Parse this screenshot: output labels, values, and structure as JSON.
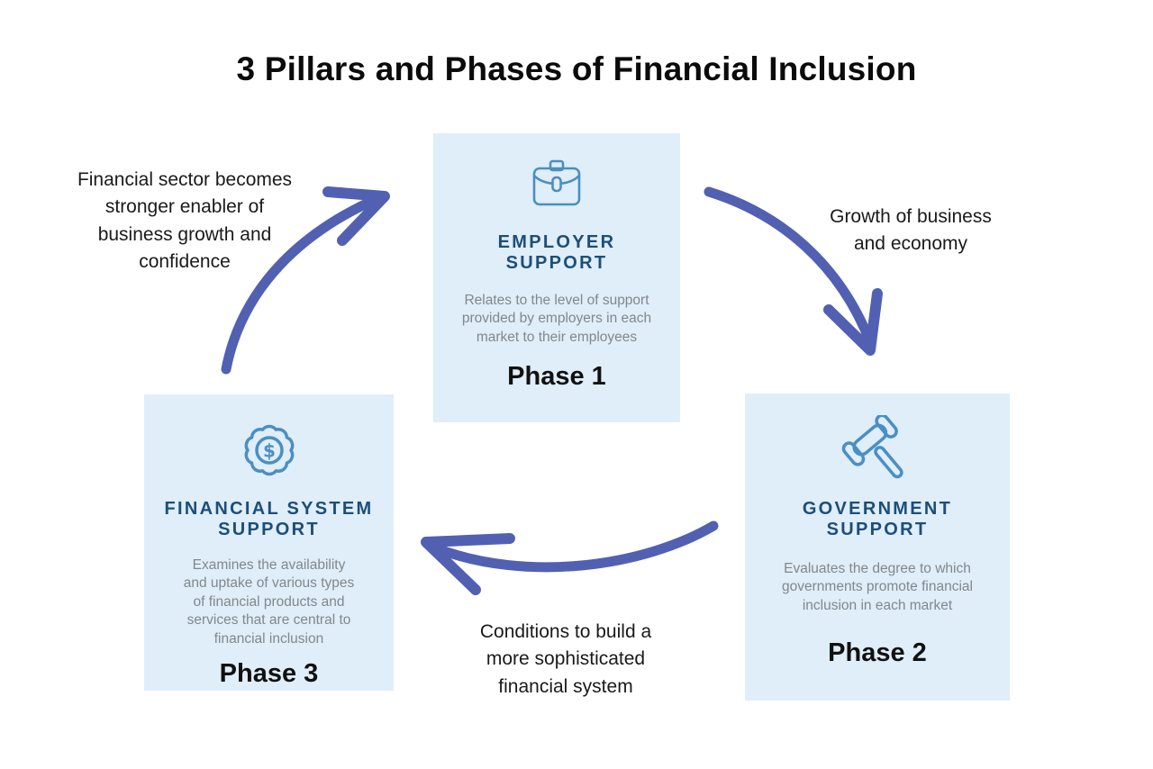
{
  "title": "3 Pillars and Phases of Financial Inclusion",
  "colors": {
    "card_background": "#dfeef9",
    "icon_blue": "#4b8fc2",
    "heading_navy": "#1d4e78",
    "body_gray": "#82878c",
    "arrow_indigo": "#5260b2",
    "title_black": "#0b0b0b"
  },
  "cards": {
    "employer": {
      "icon": "briefcase-icon",
      "heading": "EMPLOYER\nSUPPORT",
      "description": "Relates to the level of support\nprovided by employers in each\nmarket to their employees",
      "phase_label": "Phase 1"
    },
    "government": {
      "icon": "gavel-icon",
      "heading": "GOVERNMENT\nSUPPORT",
      "description": "Evaluates the degree to which\ngovernments promote financial\ninclusion in each market",
      "phase_label": "Phase 2"
    },
    "financial_system": {
      "icon": "gear-dollar-icon",
      "heading": "FINANCIAL SYSTEM\nSUPPORT",
      "description": "Examines the availability\nand uptake of various types\nof financial products and\nservices that are central to\nfinancial inclusion",
      "phase_label": "Phase 3"
    }
  },
  "annotations": {
    "cycle_left": "Financial sector becomes\nstronger enabler of\nbusiness growth and\nconfidence",
    "cycle_right": "Growth of business\nand economy",
    "cycle_bottom": "Conditions to build a\nmore sophisticated\nfinancial system"
  }
}
